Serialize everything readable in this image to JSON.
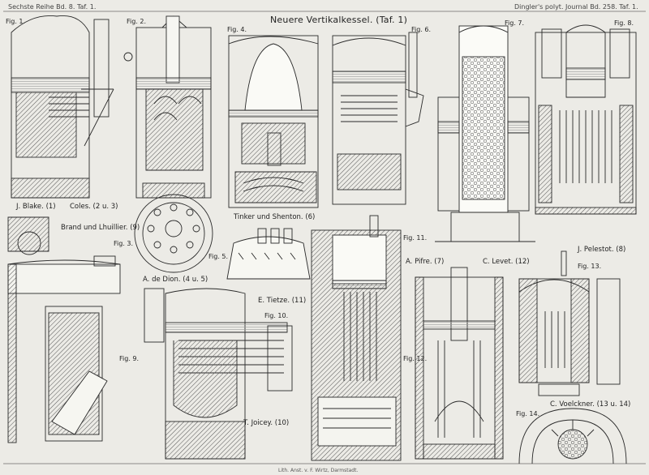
{
  "header": {
    "left": "Sechste Reihe Bd. 8. Taf. 1.",
    "title": "Neuere Vertikalkessel. (Taf. 1)",
    "right": "Dingler's polyt. Journal Bd. 258. Taf. 1."
  },
  "figures": {
    "fig1": "Fig. 1.",
    "fig2": "Fig. 2.",
    "fig3": "Fig. 3.",
    "fig4": "Fig. 4.",
    "fig5": "Fig. 5.",
    "fig6": "Fig. 6.",
    "fig7": "Fig. 7.",
    "fig8": "Fig. 8.",
    "fig9": "Fig. 9.",
    "fig10": "Fig. 10.",
    "fig11": "Fig. 11.",
    "fig12": "Fig. 12.",
    "fig13": "Fig. 13.",
    "fig14": "Fig. 14."
  },
  "captions": {
    "blake": "J. Blake. (1)",
    "coles": "Coles. (2 u. 3)",
    "brand": "Brand und Lhuillier. (9)",
    "tinker": "Tinker und Shenton. (6)",
    "dion": "A. de Dion. (4 u. 5)",
    "pifre": "A. Pifre. (7)",
    "levet": "C. Levet. (12)",
    "pelestot": "J. Pelestot. (8)",
    "tietze": "E. Tietze. (11)",
    "joicey": "T. Joicey. (10)",
    "voelckner": "C. Voelckner. (13 u. 14)"
  },
  "footer": "Lith. Anst. v. F. Wirtz, Darmstadt."
}
